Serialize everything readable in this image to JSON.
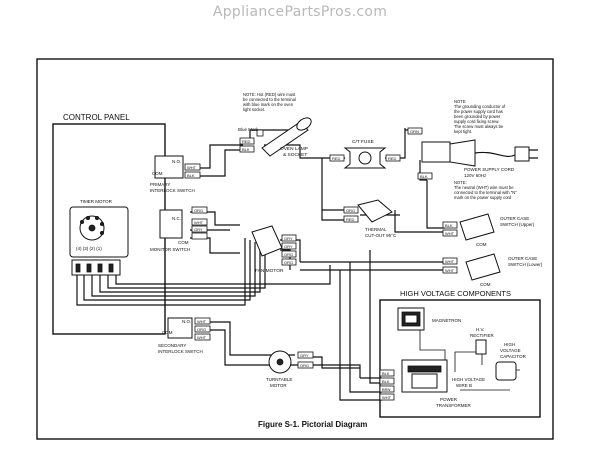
{
  "watermark": "AppliancePartsPros.com",
  "figure_caption": "Figure S-1. Pictorial Diagram",
  "sections": {
    "control_panel": "CONTROL PANEL",
    "high_voltage": "HIGH VOLTAGE COMPONENTS"
  },
  "components": {
    "timer_motor": "TIMER MOTOR",
    "primary_interlock": [
      "PRIMARY",
      "INTERLOCK SWITCH"
    ],
    "monitor_switch": "MONITOR SWITCH",
    "secondary_interlock": [
      "SECONDARY",
      "INTERLOCK SWITCH"
    ],
    "oven_lamp": [
      "OVEN LAMP",
      "& SOCKET"
    ],
    "ct_fuse": "C/T FUSE",
    "thermal_cutout": [
      "THERMAL",
      "CUT-OUT 95°C"
    ],
    "fan_motor": "FAN MOTOR",
    "turntable_motor": [
      "TURNTABLE",
      "MOTOR"
    ],
    "magnetron": "MAGNETRON",
    "hv_rectifier": [
      "H.V.",
      "RECTIFIER"
    ],
    "hv_capacitor": [
      "HIGH",
      "VOLTAGE",
      "CAPACITOR"
    ],
    "hv_wire": [
      "HIGH VOLTAGE",
      "WIRE B"
    ],
    "power_transformer": [
      "POWER",
      "TRANSFORMER"
    ],
    "power_cord": [
      "POWER SUPPLY CORD",
      "120V 60Hz"
    ],
    "outer_upper": [
      "OUTER CASE",
      "SWITCH (Upper)"
    ],
    "outer_lower": [
      "OUTER CASE",
      "SWITCH (Lower)"
    ],
    "blue_mark": "Blue Mark"
  },
  "notes": {
    "lamp_note": [
      "NOTE: Hot (RED) wire must",
      "be connected to the terminal",
      "with blue mark on the oven",
      "light socket."
    ],
    "ground_note": [
      "NOTE",
      "The grounding conductor of",
      "the power supply cord has",
      "been grounded by power",
      "supply cord fixing screw.",
      "The screw must always be",
      "kept tight."
    ],
    "neutral_note": [
      "NOTE:",
      "The neutral (WHT) wire must be",
      "connected to the terminal with \"N\"",
      "mark on the power supply cord"
    ]
  },
  "terminals": {
    "no": "N.O.",
    "nc": "N.C.",
    "com": "COM",
    "timer_pins": "(4) (3) (2) (1)"
  },
  "wire_colors": {
    "red": "RED",
    "blk": "BLK",
    "wht": "WHT",
    "org": "ORG",
    "gry": "GRY",
    "brn": "BRN",
    "grn": "GRN"
  }
}
